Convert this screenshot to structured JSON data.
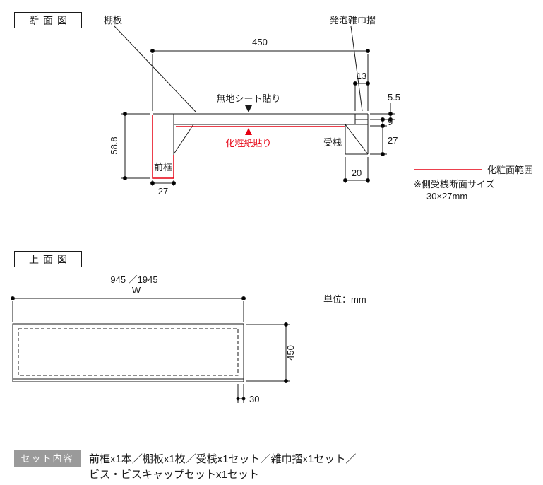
{
  "colors": {
    "accent_red": "#e60012",
    "label_gray": "#9a9a9a",
    "ink": "#1a1a1a"
  },
  "section_view": {
    "title": "断面図",
    "labels": {
      "shelf_board": "棚板",
      "foam_strip": "発泡雑巾摺",
      "plain_sheet": "無地シート貼り",
      "decorative_paper": "化粧紙貼り",
      "support_rail": "受桟",
      "front_frame": "前框"
    },
    "dims": {
      "total_depth": "450",
      "strip_width": "13",
      "top_thickness": "5.5",
      "edge_thickness": "9",
      "rail_height": "27",
      "rail_width": "20",
      "frame_height": "58.8",
      "frame_width": "27"
    },
    "legend_label": "化粧面範囲",
    "note_line1": "※側受桟断面サイズ",
    "note_line2": "30×27mm"
  },
  "top_view": {
    "title": "上面図",
    "width_values": "945 ／1945",
    "width_symbol": "W",
    "depth": "450",
    "side_rail_width": "30",
    "unit_label": "単位：mm"
  },
  "set_contents": {
    "title": "セット内容",
    "line1": "前框x1本／棚板x1枚／受桟x1セット／雑巾摺x1セット／",
    "line2": "ビス・ビスキャップセットx1セット"
  }
}
